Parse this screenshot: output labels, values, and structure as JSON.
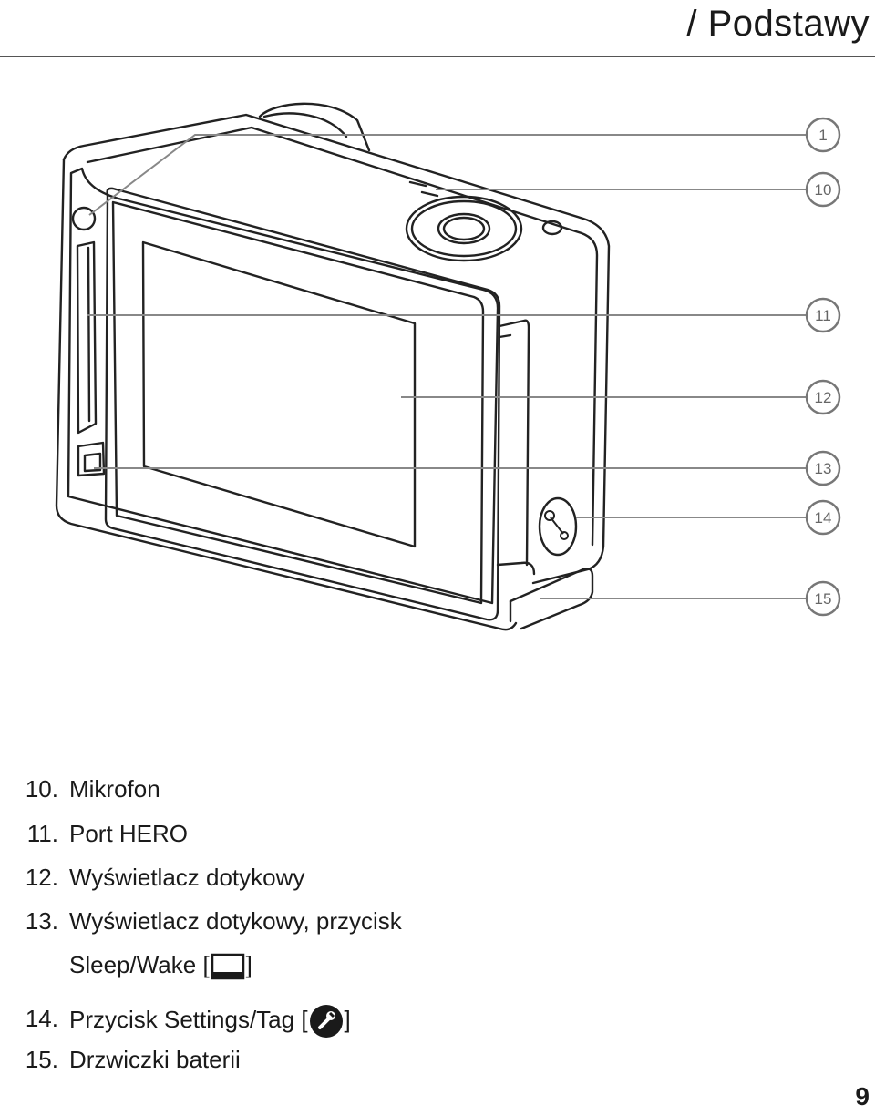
{
  "header": {
    "title": "/ Podstawy"
  },
  "callouts": [
    "1",
    "10",
    "11",
    "12",
    "13",
    "14",
    "15"
  ],
  "legend": [
    {
      "num": "10.",
      "text": "Mikrofon"
    },
    {
      "num": "11.",
      "text": "Port HERO"
    },
    {
      "num": "12.",
      "text": "Wyświetlacz dotykowy"
    },
    {
      "num": "13.",
      "text_line1": "Wyświetlacz dotykowy, przycisk",
      "text_line2_pre": "Sleep/Wake [",
      "text_line2_post": "]",
      "icon": "sleep-wake-icon"
    },
    {
      "num": "14.",
      "text_pre": "Przycisk Settings/Tag [",
      "text_post": "]",
      "icon": "wrench-icon"
    },
    {
      "num": "15.",
      "text": "Drzwiczki baterii"
    }
  ],
  "footer": {
    "page_number": "9"
  }
}
